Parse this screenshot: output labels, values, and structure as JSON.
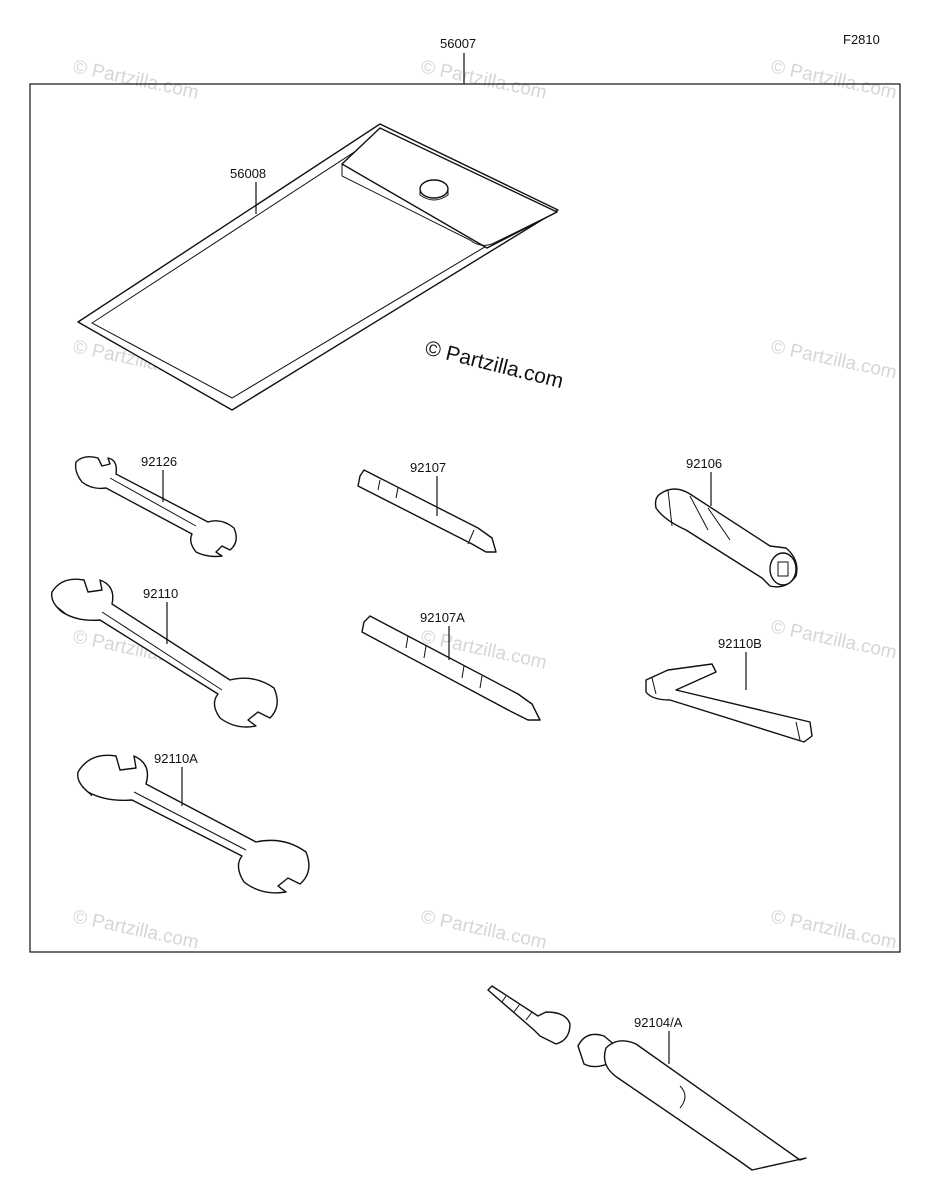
{
  "figure_code": "F2810",
  "watermark_text": "© Partzilla.com",
  "center_watermark_text": "© Partzilla.com",
  "parts": {
    "kit": "56007",
    "pouch": "56008",
    "wrench_small": "92126",
    "wrench_medium": "92110",
    "wrench_large": "92110A",
    "driver_bit": "92107",
    "driver_bit_b": "92107A",
    "handle": "92106",
    "hex_key": "92110B",
    "grease_tube": "92104/A"
  }
}
